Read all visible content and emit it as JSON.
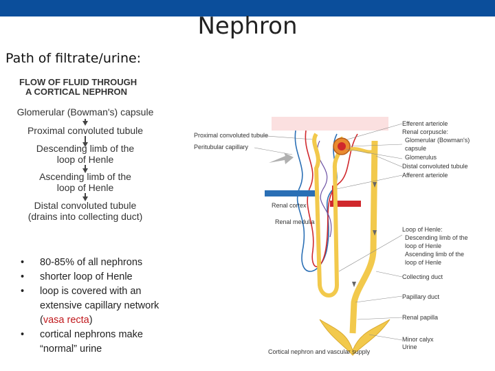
{
  "slide": {
    "title": "Nephron",
    "subtitle": "Path of filtrate/urine:"
  },
  "flow": {
    "heading_line1": "FLOW OF FLUID THROUGH",
    "heading_line2": "A CORTICAL NEPHRON",
    "steps": [
      {
        "line1": "Glomerular (Bowman's) capsule",
        "line2": ""
      },
      {
        "line1": "Proximal convoluted tubule",
        "line2": ""
      },
      {
        "line1": "Descending limb of the",
        "line2": "loop of Henle"
      },
      {
        "line1": "Ascending limb of the",
        "line2": "loop of Henle"
      },
      {
        "line1": "Distal convoluted tubule",
        "line2": "(drains into collecting duct)"
      }
    ]
  },
  "bullets": {
    "marker": "•",
    "items": [
      {
        "text": "80-85% of all nephrons"
      },
      {
        "text": "shorter loop of Henle"
      },
      {
        "text_before": "loop is covered with an extensive capillary network (",
        "highlight": "vasa recta",
        "text_after": ")"
      },
      {
        "text": "cortical nephrons make “normal” urine"
      }
    ]
  },
  "diagram": {
    "left_labels": {
      "pct": "Proximal convoluted tubule",
      "peritubular": "Peritubular capillary",
      "cortex": "Renal cortex",
      "medulla": "Renal medulla"
    },
    "right_labels": {
      "efferent": "Efferent arteriole",
      "corpuscle": "Renal corpuscle:",
      "capsule1": "Glomerular (Bowman's)",
      "capsule2": "capsule",
      "glomerulus": "Glomerulus",
      "dct": "Distal convoluted tubule",
      "afferent": "Afferent arteriole",
      "loop": "Loop of Henle:",
      "desc1": "Descending limb of the",
      "desc2": "loop of Henle",
      "asc1": "Ascending limb of the",
      "asc2": "loop of Henle",
      "collecting": "Collecting duct",
      "papillary": "Papillary duct",
      "papilla": "Renal papilla",
      "minor_calyx": "Minor calyx",
      "urine": "Urine"
    },
    "caption": "Cortical nephron and vascular supply",
    "colors": {
      "tubule": "#f2c94c",
      "artery": "#d0282c",
      "vein": "#2a6fb5",
      "capsule": "#e98a2f"
    }
  }
}
